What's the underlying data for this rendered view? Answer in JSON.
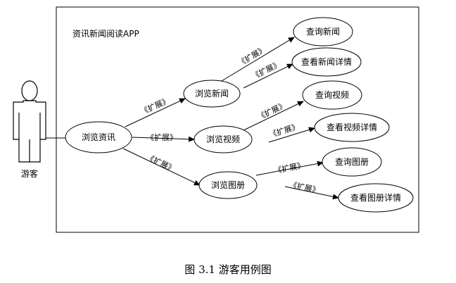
{
  "diagram": {
    "system_title": "资讯新闻阅读APP",
    "actor": {
      "label": "游客"
    },
    "use_cases": {
      "browse_info": "浏览资讯",
      "browse_news": "浏览新闻",
      "browse_video": "浏览视频",
      "browse_album": "浏览图册",
      "search_news": "查询新闻",
      "view_news_detail": "查看新闻详情",
      "search_video": "查询视频",
      "view_video_detail": "查看视频详情",
      "search_album": "查询图册",
      "view_album_detail": "查看图册详情"
    },
    "extend_label": "《扩展》"
  },
  "caption": "图 3.1  游客用例图"
}
